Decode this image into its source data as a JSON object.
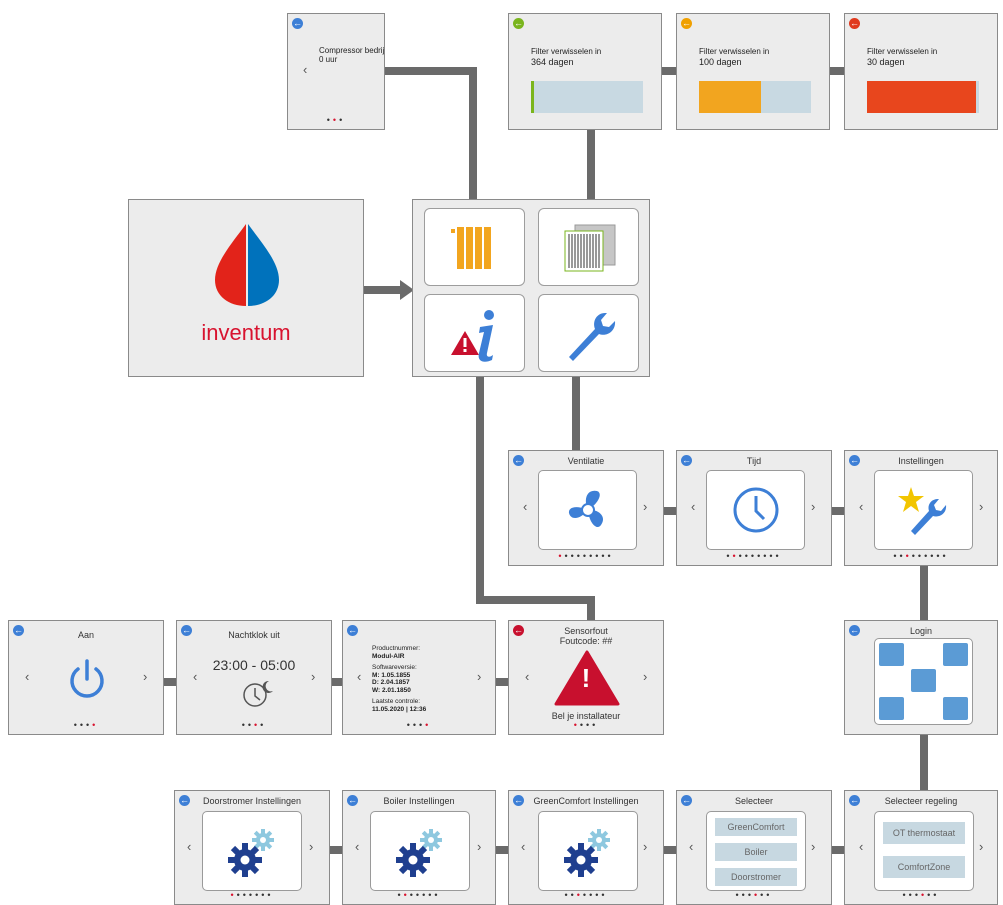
{
  "colors": {
    "accent": "#3d7fd6",
    "alert": "#d8132f",
    "brand_red": "#e2231a",
    "brand_blue": "#0072bc",
    "orange": "#f2a51f",
    "filter_green": "#7ab51d",
    "filter_red": "#e8461d",
    "connector": "#6a6a6a"
  },
  "compressor": {
    "label": "Compressor bedrijfstijd",
    "value": "0 uur",
    "arrow_left": "‹",
    "arrow_right": "›"
  },
  "filters": [
    {
      "label": "Filter verwisselen in",
      "value": "364 dagen",
      "fill": 0.02,
      "color": "#7ab51d",
      "back_icon": "back-icon-green"
    },
    {
      "label": "Filter verwisselen in",
      "value": "100 dagen",
      "fill": 0.55,
      "color": "#f2a51f",
      "back_icon": "back-icon-orange"
    },
    {
      "label": "Filter verwisselen in",
      "value": "30 dagen",
      "fill": 0.97,
      "color": "#e8461d",
      "back_icon": "back-icon-red"
    }
  ],
  "logo": {
    "text": "inventum"
  },
  "menu_tiles": [
    "radiator-icon",
    "filter-icon",
    "info-warning-icon",
    "wrench-icon"
  ],
  "row_settings": {
    "ventilatie": "Ventilatie",
    "tijd": "Tijd",
    "instellingen": "Instellingen"
  },
  "login": {
    "title": "Login"
  },
  "info_row": {
    "aan": "Aan",
    "nachtklok": "Nachtklok uit",
    "time_range": "23:00 - 05:00",
    "product_label": "Productnummer:",
    "product_value": "Modul-AIR",
    "software_label": "Softwareversie:",
    "sw_m": "M: 1.05.1855",
    "sw_d": "D: 2.04.1857",
    "sw_w": "W: 2.01.1850",
    "check_label": "Laatste controle:",
    "check_value": "11.05.2020 | 12:36",
    "sensor_title": "Sensorfout",
    "sensor_code": "Foutcode: ##",
    "sensor_call": "Bel je installateur",
    "warning_mark": "!"
  },
  "bottom_row": {
    "doorstromer": "Doorstromer Instellingen",
    "boiler": "Boiler Instellingen",
    "greencomfort": "GreenComfort Instellingen",
    "selecteer": "Selecteer",
    "sel_options": [
      "GreenComfort",
      "Boiler",
      "Doorstromer"
    ],
    "regeling": "Selecteer regeling",
    "reg_options": [
      "OT thermostaat",
      "ComfortZone"
    ]
  },
  "nav": {
    "left": "‹",
    "right": "›",
    "back": "←"
  }
}
